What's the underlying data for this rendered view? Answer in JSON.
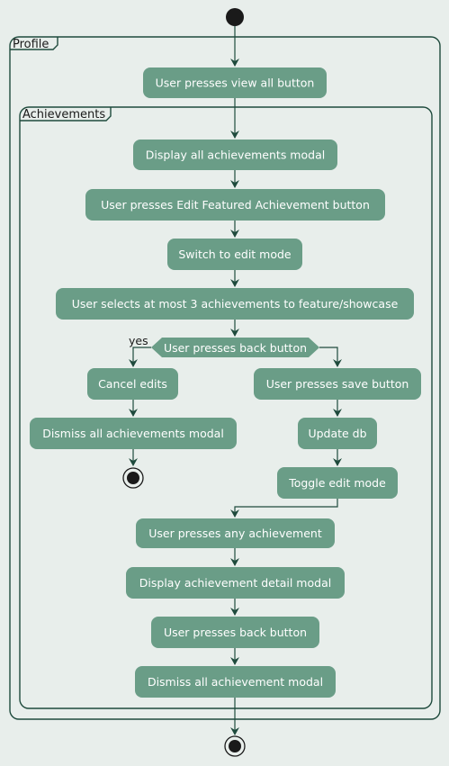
{
  "frames": {
    "outer": "Profile",
    "inner": "Achievements"
  },
  "nodes": {
    "view_all": "User presses view all button",
    "display_all": "Display all achievements modal",
    "edit_featured": "User presses Edit Featured Achievement button",
    "switch_edit": "Switch to edit mode",
    "select_three": "User selects at most 3 achievements to feature/showcase",
    "back_decision": "User presses back button",
    "cancel_edits": "Cancel edits",
    "dismiss_all_a": "Dismiss all achievements modal",
    "save_button": "User presses save button",
    "update_db": "Update db",
    "toggle_edit": "Toggle edit mode",
    "press_any": "User presses any achievement",
    "display_detail": "Display achievement detail modal",
    "press_back": "User presses back button",
    "dismiss_all_b": "Dismiss all achievement modal"
  },
  "branch": {
    "yes_label": "yes"
  },
  "colors": {
    "background": "#e8eeeb",
    "node_fill": "#6a9d87",
    "node_text": "#ffffff",
    "line": "#1e4a3c",
    "terminal": "#1a1a1a"
  }
}
